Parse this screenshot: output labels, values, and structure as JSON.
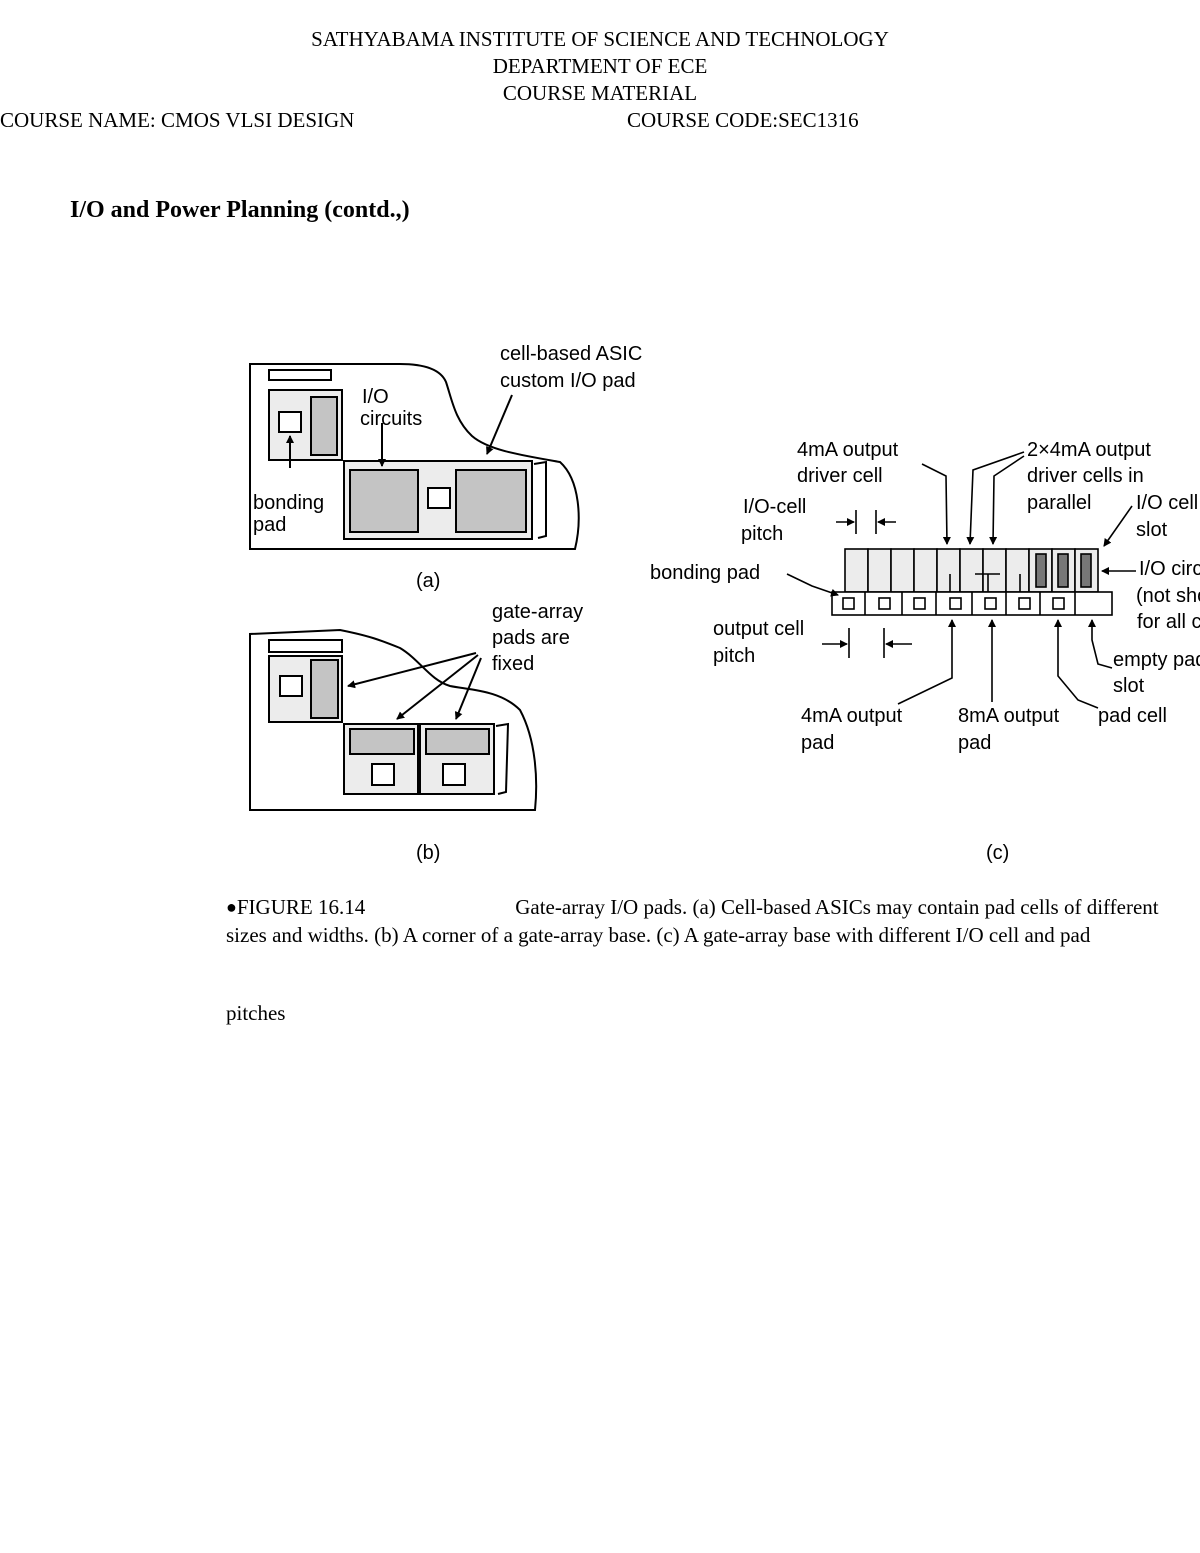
{
  "header": {
    "institute": "SATHYABAMA INSTITUTE OF SCIENCE AND TECHNOLOGY",
    "department": "DEPARTMENT OF ECE",
    "material": "COURSE MATERIAL",
    "course_name": "COURSE NAME: CMOS   VLSI DESIGN",
    "course_code": "COURSE CODE:SEC1316"
  },
  "section_title": "I/O and Power Planning (contd.,)",
  "figure": {
    "panel_a": {
      "label": "(a)",
      "callout_asic_1": "cell-based ASIC",
      "callout_asic_2": "custom  I/O pad",
      "io_circuits_1": "I/O",
      "io_circuits_2": "circuits",
      "bonding_pad_1": "bonding",
      "bonding_pad_2": "pad"
    },
    "panel_b": {
      "label": "(b)",
      "fixed_1": "gate-array",
      "fixed_2": "pads are",
      "fixed_3": "fixed"
    },
    "panel_c": {
      "label": "(c)",
      "driver_4ma_1": "4mA output",
      "driver_4ma_2": "driver cell",
      "parallel_1": "2×4mA output",
      "parallel_2": "driver cells in",
      "parallel_3": "parallel",
      "io_slot_1": "I/O cell",
      "io_slot_2": "slot",
      "io_pitch_1": "I/O-cell",
      "io_pitch_2": "pitch",
      "bonding_pad": "bonding pad",
      "io_circ_1": "I/O circuits",
      "io_circ_2": "(not shown",
      "io_circ_3": "for all cells)",
      "out_pitch_1": "output cell",
      "out_pitch_2": "pitch",
      "empty_1": "empty pad",
      "empty_2": "slot",
      "pad_4ma_1": "4mA output",
      "pad_4ma_2": "pad",
      "pad_8ma_1": "8mA output",
      "pad_8ma_2": "pad",
      "pad_cell": "pad cell"
    }
  },
  "caption": {
    "bullet": "●",
    "figure_no": "FIGURE 16.14",
    "text": "Gate-array I/O pads. (a) Cell-based ASICs may contain pad cells of different sizes and widths. (b) A corner of a gate-array base. (c) A gate-array base with different I/O cell and pad",
    "tail": "pitches"
  }
}
